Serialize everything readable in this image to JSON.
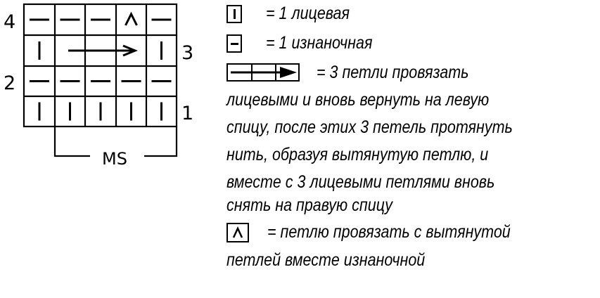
{
  "chart": {
    "row_labels": [
      "1",
      "2",
      "3",
      "4"
    ],
    "repeat_label": "MS",
    "rows": [
      [
        "knit",
        "knit",
        "knit",
        "knit",
        "knit"
      ],
      [
        "purl",
        "purl",
        "purl",
        "purl",
        "purl"
      ],
      [
        "knit",
        "arrow3",
        "arrow3",
        "arrow3",
        "knit"
      ],
      [
        "purl",
        "purl",
        "purl",
        "caret",
        "purl"
      ]
    ]
  },
  "legend": {
    "knit": "= 1 лицевая",
    "purl": "= 1 изнаночная",
    "arrow_lines": [
      "= 3 петли провязать",
      "лицевыми и вновь вернуть на левую",
      "спицу, после этих 3 петель протянуть",
      "нить, образуя вытянутую петлю, и",
      "вместе с 3 лицевыми петлями вновь",
      "снять на правую спицу"
    ],
    "caret_lines": [
      "= петлю провязать с вытянутой",
      "петлей вместе изнаночной"
    ]
  }
}
